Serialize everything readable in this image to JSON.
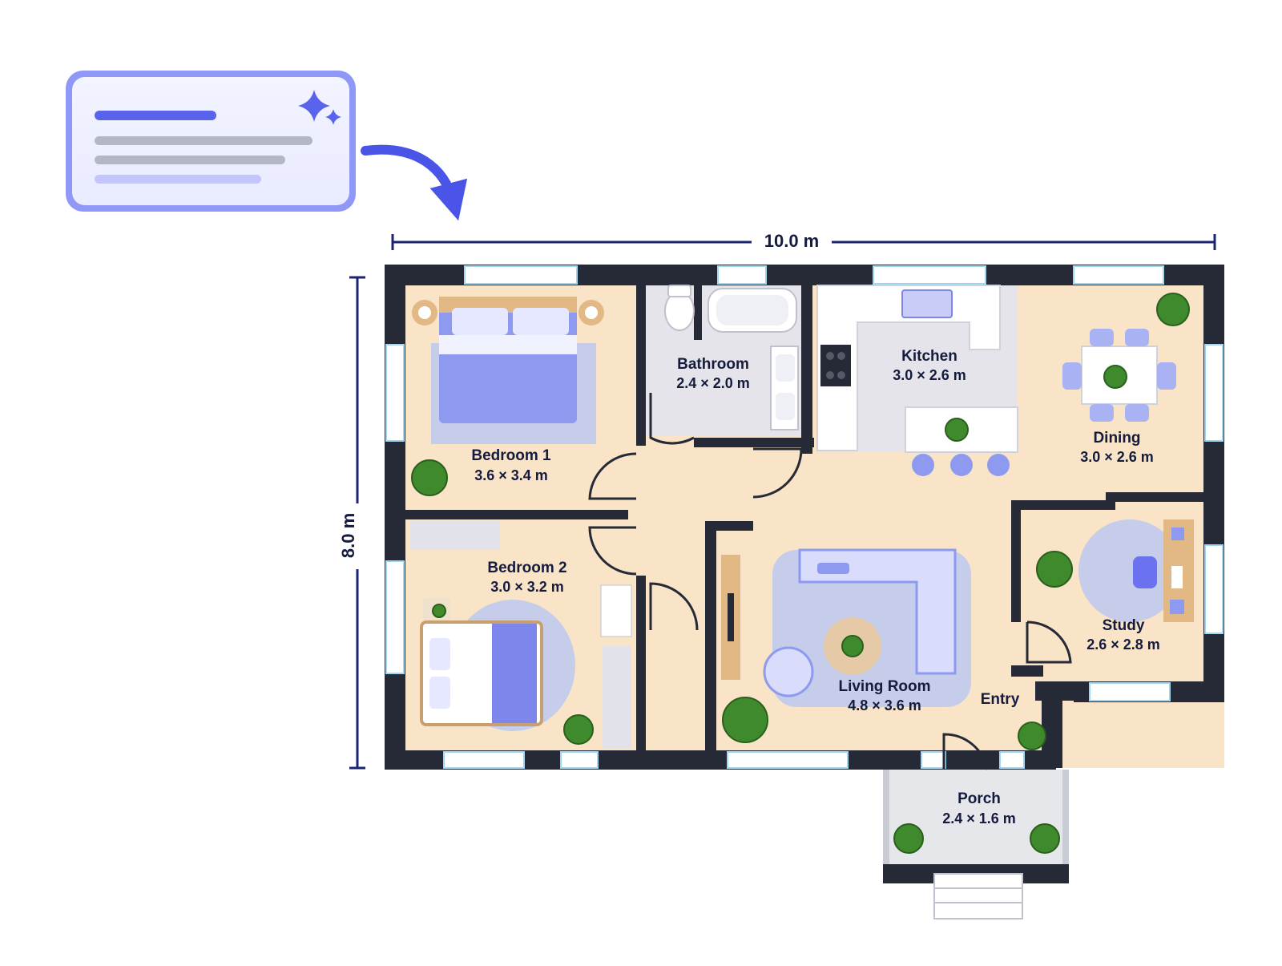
{
  "dimensions": {
    "width_label": "10.0 m",
    "height_label": "8.0 m"
  },
  "rooms": {
    "bedroom1": {
      "name": "Bedroom 1",
      "size": "3.6 × 3.4 m"
    },
    "bedroom2": {
      "name": "Bedroom 2",
      "size": "3.0 × 3.2 m"
    },
    "bathroom": {
      "name": "Bathroom",
      "size": "2.4 × 2.0 m"
    },
    "kitchen": {
      "name": "Kitchen",
      "size": "3.0 × 2.6 m"
    },
    "dining": {
      "name": "Dining",
      "size": "3.0 × 2.6 m"
    },
    "living": {
      "name": "Living Room",
      "size": "4.8 × 3.6 m"
    },
    "study": {
      "name": "Study",
      "size": "2.6 × 2.8 m"
    },
    "entry": {
      "name": "Entry"
    },
    "porch": {
      "name": "Porch",
      "size": "2.4 × 1.6 m"
    }
  },
  "colors": {
    "wall": "#262a36",
    "floor": "#f9e4c8",
    "rug": "#c5cdea",
    "furniture": "#b6bdf2",
    "accent": "#6a72f0",
    "plant": "#3f8a2c",
    "text": "#141b3c",
    "dimension": "#1c2472",
    "window": "#9fd6f2"
  },
  "prompt_card": {
    "icon": "sparkle-icon"
  }
}
